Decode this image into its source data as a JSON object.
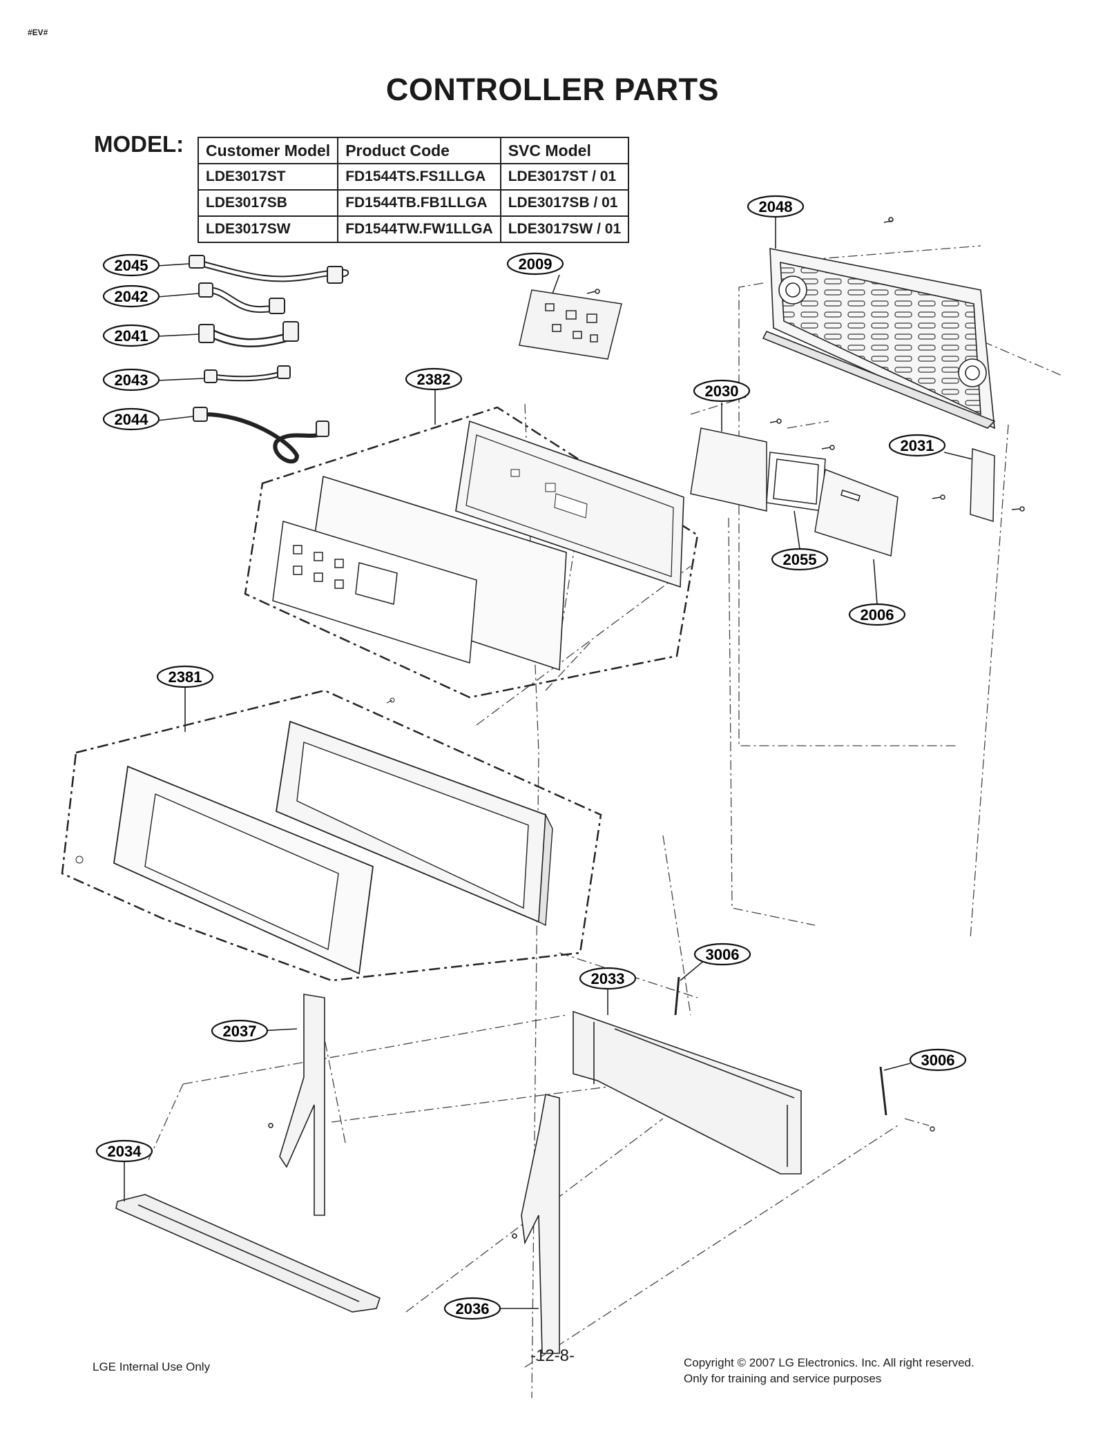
{
  "header": {
    "tag": "#EV#",
    "title": "CONTROLLER PARTS",
    "model_label": "MODEL:"
  },
  "model_table": {
    "columns": [
      "Customer Model",
      "Product Code",
      "SVC Model"
    ],
    "rows": [
      [
        "LDE3017ST",
        "FD1544TS.FS1LLGA",
        "LDE3017ST / 01"
      ],
      [
        "LDE3017SB",
        "FD1544TB.FB1LLGA",
        "LDE3017SB / 01"
      ],
      [
        "LDE3017SW",
        "FD1544TW.FW1LLGA",
        "LDE3017SW / 01"
      ]
    ]
  },
  "callouts": [
    {
      "id": "2048",
      "label": "2048"
    },
    {
      "id": "2045",
      "label": "2045"
    },
    {
      "id": "2009",
      "label": "2009"
    },
    {
      "id": "2042",
      "label": "2042"
    },
    {
      "id": "2041",
      "label": "2041"
    },
    {
      "id": "2043",
      "label": "2043"
    },
    {
      "id": "2382",
      "label": "2382"
    },
    {
      "id": "2030",
      "label": "2030"
    },
    {
      "id": "2044",
      "label": "2044"
    },
    {
      "id": "2031",
      "label": "2031"
    },
    {
      "id": "2055",
      "label": "2055"
    },
    {
      "id": "2006",
      "label": "2006"
    },
    {
      "id": "2381",
      "label": "2381"
    },
    {
      "id": "3006a",
      "label": "3006"
    },
    {
      "id": "2033",
      "label": "2033"
    },
    {
      "id": "2037",
      "label": "2037"
    },
    {
      "id": "3006b",
      "label": "3006"
    },
    {
      "id": "2034",
      "label": "2034"
    },
    {
      "id": "2036",
      "label": "2036"
    }
  ],
  "footer": {
    "left": "LGE Internal Use Only",
    "page": "-12-8-",
    "copyright": "Copyright © 2007 LG Electronics. Inc. All right reserved.",
    "note": "Only for training and service purposes"
  },
  "colors": {
    "ink": "#1a1a1a",
    "paper": "#ffffff",
    "part_fill": "#f4f4f4"
  }
}
